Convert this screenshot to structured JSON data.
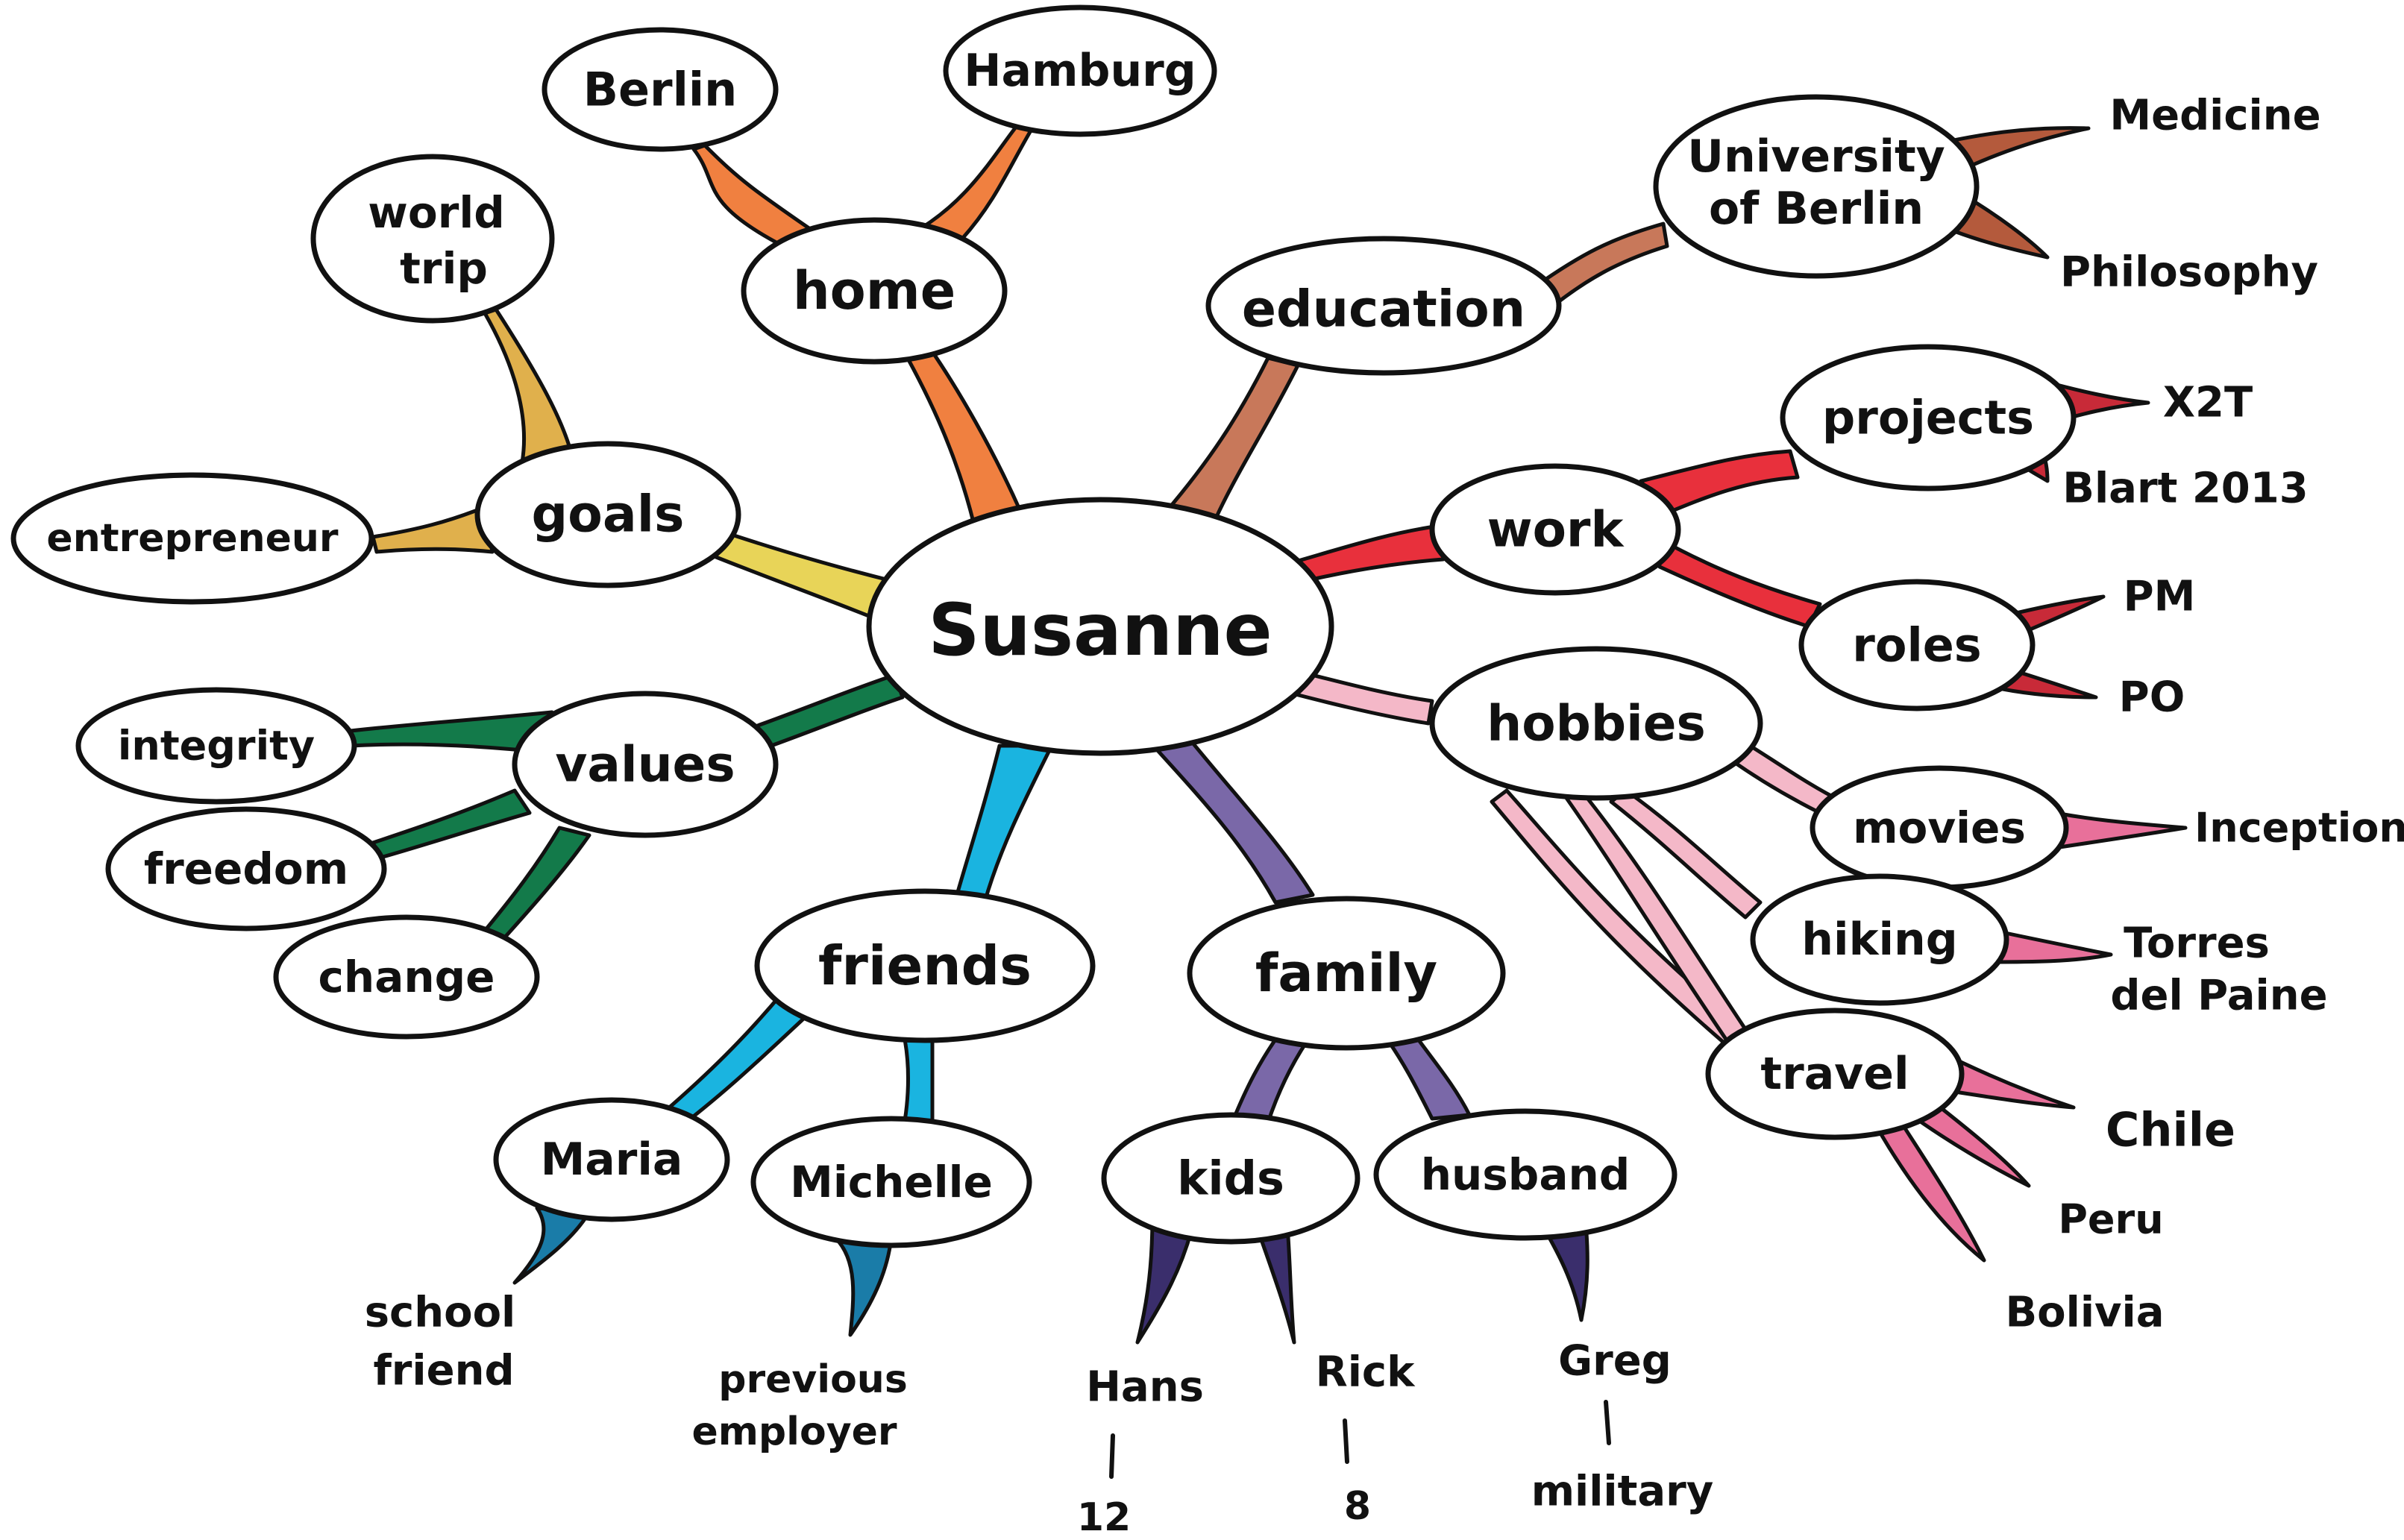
{
  "center": {
    "label": "Susanne"
  },
  "colors": {
    "home": "#f08040",
    "education": "#c8785a",
    "university": "#b45a3c",
    "work": "#e8303c",
    "projects": "#c82a38",
    "hobbies": "#f4b8c8",
    "hobby_leaf": "#e8709a",
    "family": "#7a68a8",
    "family_leaf": "#3a2e6c",
    "friends": "#1ab4e0",
    "friends_leaf": "#1a7ca8",
    "values": "#137a4a",
    "goals": "#e8d458",
    "goals_sub": "#e0b04c"
  },
  "nodes": {
    "home": "home",
    "berlin": "Berlin",
    "hamburg": "Hamburg",
    "education": "education",
    "university_line1": "University",
    "university_line2": "of Berlin",
    "work": "work",
    "projects": "projects",
    "roles": "roles",
    "hobbies": "hobbies",
    "movies": "movies",
    "hiking": "hiking",
    "travel": "travel",
    "family": "family",
    "kids": "kids",
    "husband": "husband",
    "friends": "friends",
    "maria": "Maria",
    "michelle": "Michelle",
    "values": "values",
    "integrity": "integrity",
    "freedom": "freedom",
    "change": "change",
    "goals": "goals",
    "world_trip_line1": "world",
    "world_trip_line2": "trip",
    "entrepreneur": "entrepreneur"
  },
  "leaves": {
    "medicine": "Medicine",
    "philosophy": "Philosophy",
    "x2t": "X2T",
    "blart": "Blart 2013",
    "pm": "PM",
    "po": "PO",
    "inception": "Inception",
    "torres_line1": "Torres",
    "torres_line2": "del Paine",
    "chile": "Chile",
    "peru": "Peru",
    "bolivia": "Bolivia",
    "hans": "Hans",
    "hans_age": "12",
    "rick": "Rick",
    "rick_age": "8",
    "greg": "Greg",
    "greg_note": "military",
    "school_line1": "school",
    "school_line2": "friend",
    "previous_line1": "previous",
    "previous_line2": "employer"
  }
}
